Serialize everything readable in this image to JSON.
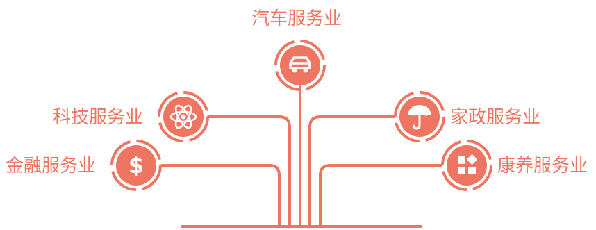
{
  "colors": {
    "accent": "#ee7561",
    "background": "#ffffff"
  },
  "nodes": {
    "top": {
      "label": "汽车服务业",
      "icon": "car-icon"
    },
    "left_upper": {
      "label": "科技服务业",
      "icon": "atom-icon"
    },
    "left_lower": {
      "label": "金融服务业",
      "icon": "dollar-icon"
    },
    "right_upper": {
      "label": "家政服务业",
      "icon": "umbrella-icon"
    },
    "right_lower": {
      "label": "康养服务业",
      "icon": "grid-icon"
    }
  }
}
